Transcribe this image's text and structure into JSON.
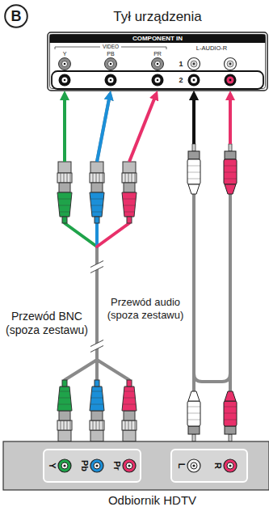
{
  "diagram": {
    "nodes": [
      {
        "text": [
          "B"
        ]
      },
      {
        "text": [
          "Tył urządzenia"
        ]
      },
      {
        "text": [
          "Odbiornik HDTV"
        ]
      }
    ],
    "edges": [
      {
        "from": 2,
        "to": 1,
        "arrow": "to",
        "label": "Przewód BNC (spoza zestawu)"
      },
      {
        "from": 2,
        "to": 1,
        "arrow": "to",
        "label": "Przewód audio (spoza zestawu)"
      }
    ],
    "labels": [
      "COMPONENT IN",
      "VIDEO",
      "Y",
      "PB",
      "PR",
      "L-AUDIO-R",
      "1",
      "2",
      "Y",
      "Pb",
      "Pr",
      "L",
      "R"
    ]
  }
}
